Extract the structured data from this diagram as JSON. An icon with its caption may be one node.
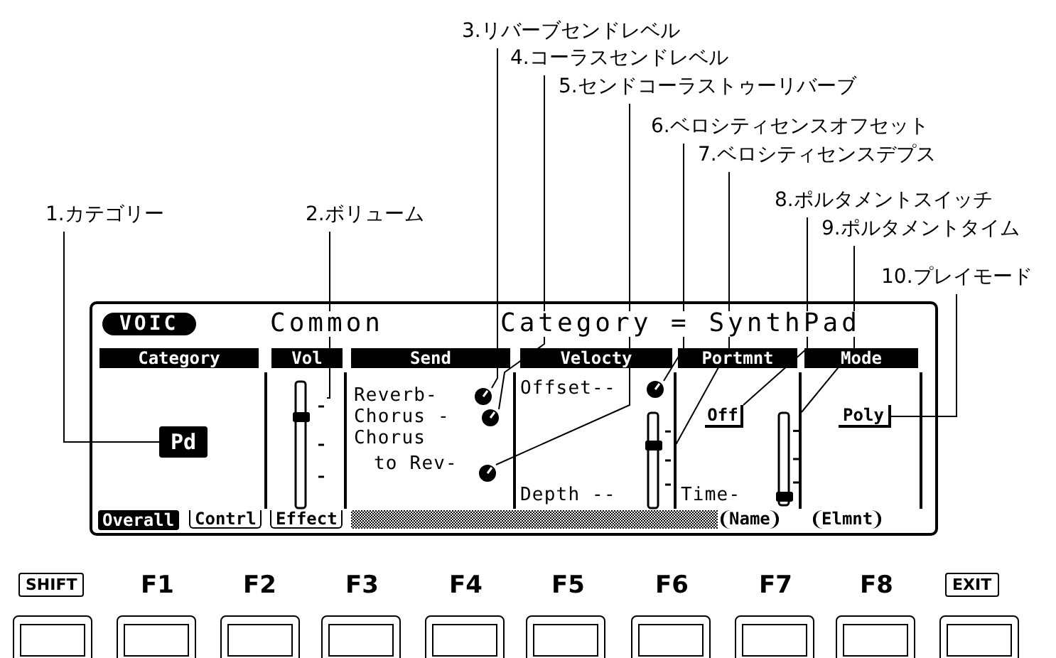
{
  "diagram": {
    "nodes": [
      {
        "text": [
          "1.カテゴリー"
        ]
      },
      {
        "text": [
          "2.ボリューム"
        ]
      },
      {
        "text": [
          "3.リバーブセンドレベル"
        ]
      },
      {
        "text": [
          "4.コーラスセンドレベル"
        ]
      },
      {
        "text": [
          "5.センドコーラストゥーリバーブ"
        ]
      },
      {
        "text": [
          "6.ベロシティセンスオフセット"
        ]
      },
      {
        "text": [
          "7.ベロシティセンスデプス"
        ]
      },
      {
        "text": [
          "8.ポルタメントスイッチ"
        ]
      },
      {
        "text": [
          "9.ポルタメントタイム"
        ]
      },
      {
        "text": [
          "10.プレイモード"
        ]
      },
      {
        "text": [
          "Pd"
        ]
      },
      {
        "text": [],
        "shape": "bar"
      },
      {
        "text": [],
        "shape": "circle"
      },
      {
        "text": [],
        "shape": "circle"
      },
      {
        "text": [],
        "shape": "circle"
      },
      {
        "text": [],
        "shape": "circle"
      },
      {
        "text": [],
        "shape": "bar"
      },
      {
        "text": [
          "Off"
        ]
      },
      {
        "text": [],
        "shape": "bar"
      },
      {
        "text": [
          "Poly"
        ]
      }
    ],
    "edges": [
      {
        "from": 0,
        "to": 10,
        "arrow": "none"
      },
      {
        "from": 1,
        "to": 11,
        "arrow": "none"
      },
      {
        "from": 2,
        "to": 12,
        "arrow": "none"
      },
      {
        "from": 3,
        "to": 13,
        "arrow": "none"
      },
      {
        "from": 4,
        "to": 14,
        "arrow": "none"
      },
      {
        "from": 5,
        "to": 15,
        "arrow": "none"
      },
      {
        "from": 6,
        "to": 16,
        "arrow": "none"
      },
      {
        "from": 7,
        "to": 17,
        "arrow": "none"
      },
      {
        "from": 8,
        "to": 18,
        "arrow": "none"
      },
      {
        "from": 9,
        "to": 19,
        "arrow": "none"
      }
    ],
    "labels": [
      "VOIC",
      "Common",
      "Category = SynthPad",
      "Category",
      "Vol",
      "Send",
      "Velocty",
      "Portmnt",
      "Mode",
      "Reverb-",
      "Chorus -",
      "Chorus",
      "to Rev-",
      "Offset--",
      "Depth --",
      "Time-",
      "Overall",
      "Contrl",
      "Effect",
      "Name",
      "Elmnt",
      "SHIFT",
      "F1",
      "F2",
      "F3",
      "F4",
      "F5",
      "F6",
      "F7",
      "F8",
      "EXIT"
    ]
  }
}
